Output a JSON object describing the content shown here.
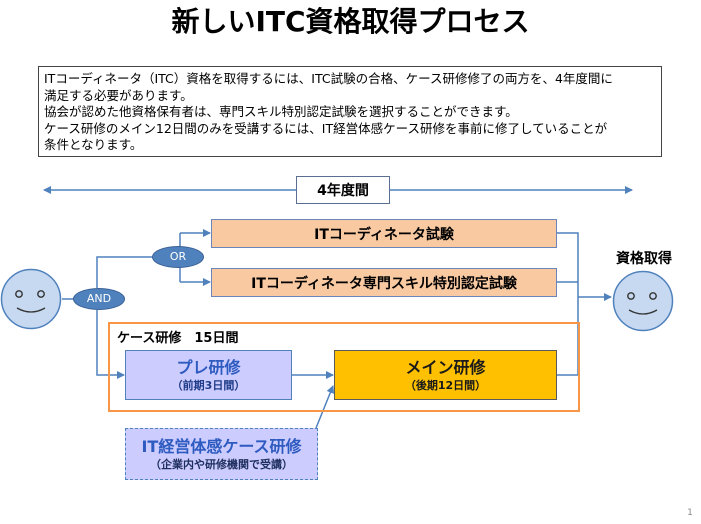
{
  "title": "新しいITC資格取得プロセス",
  "note": {
    "lines": [
      "ITコーディネータ（ITC）資格を取得するには、ITC試験の合格、ケース研修修了の両方を、4年度間に",
      "満足する必要があります。",
      "協会が認めた他資格保有者は、専門スキル特別認定試験を選択することができます。",
      "ケース研修のメイン12日間のみを受講するには、IT経営体感ケース研修を事前に修了していることが",
      "条件となります。"
    ]
  },
  "period": {
    "label": "4年度間"
  },
  "exams": [
    {
      "label": "ITコーディネータ試験"
    },
    {
      "label": "ITコーディネータ専門スキル特別認定試験"
    }
  ],
  "operators": {
    "or": "OR",
    "and": "AND"
  },
  "goal": {
    "label": "資格取得"
  },
  "case_training": {
    "label": "ケース研修　15日間",
    "pre": {
      "title": "プレ研修",
      "sub": "（前期3日間）"
    },
    "main": {
      "title": "メイン研修",
      "sub": "（後期12日間）"
    }
  },
  "experience_training": {
    "title": "IT経営体感ケース研修",
    "sub": "（企業内や研修機関で受講）"
  },
  "page_number": "1",
  "icons": {
    "start": "smiley-face-icon",
    "goal": "smiley-face-icon",
    "arrow": "arrow-icon"
  },
  "colors": {
    "connector": "#4f81bd",
    "exam_fill": "#f9c9a2",
    "exam_border": "#6a86b8",
    "case_border": "#f79646",
    "pre_fill": "#ccccff",
    "main_fill": "#ffc000",
    "operator_fill": "#4f81bd",
    "face_fill": "#c6d9f1",
    "accent_text": "#2e5bbf"
  }
}
